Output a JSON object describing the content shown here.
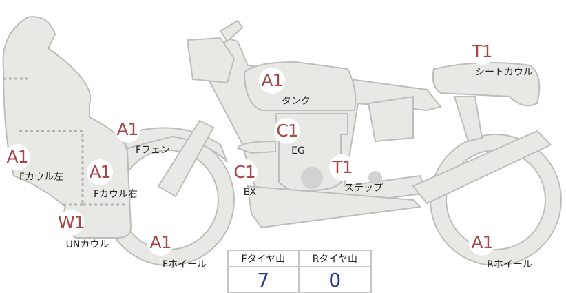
{
  "parts": [
    {
      "id": "f-cowl-left",
      "grade": "A1",
      "label": "Fカウル左"
    },
    {
      "id": "f-fender",
      "grade": "A1",
      "label": "Fフェン"
    },
    {
      "id": "f-cowl-right",
      "grade": "A1",
      "label": "Fカウル右"
    },
    {
      "id": "under-cowl",
      "grade": "W1",
      "label": "UNカウル"
    },
    {
      "id": "f-wheel",
      "grade": "A1",
      "label": "Fホイール"
    },
    {
      "id": "exhaust",
      "grade": "C1",
      "label": "EX"
    },
    {
      "id": "engine",
      "grade": "C1",
      "label": "EG"
    },
    {
      "id": "tank",
      "grade": "A1",
      "label": "タンク"
    },
    {
      "id": "step",
      "grade": "T1",
      "label": "ステップ"
    },
    {
      "id": "seat-cowl",
      "grade": "T1",
      "label": "シートカウル"
    },
    {
      "id": "r-wheel",
      "grade": "A1",
      "label": "Rホイール"
    }
  ],
  "tire_table": {
    "headers": [
      "Fタイヤ山",
      "Rタイヤ山"
    ],
    "values": [
      "7",
      "0"
    ]
  },
  "colors": {
    "grade": "#a8474a",
    "value": "#2a3b8f",
    "part_fill": "#e8e8e5"
  }
}
